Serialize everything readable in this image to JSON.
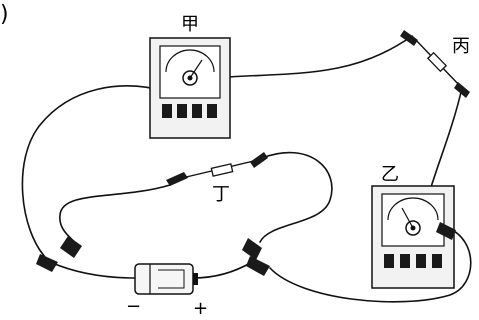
{
  "fragment_paren": ")",
  "meters": {
    "jia": {
      "label": "甲"
    },
    "yi": {
      "label": "乙"
    }
  },
  "resistors": {
    "bing": {
      "label": "丙"
    },
    "ding": {
      "label": "丁"
    }
  },
  "battery": {
    "negative_label": "−",
    "positive_label": "+"
  },
  "colors": {
    "line": "#111111",
    "meter_face": "#ffffff",
    "terminal": "#1a1a1a"
  }
}
